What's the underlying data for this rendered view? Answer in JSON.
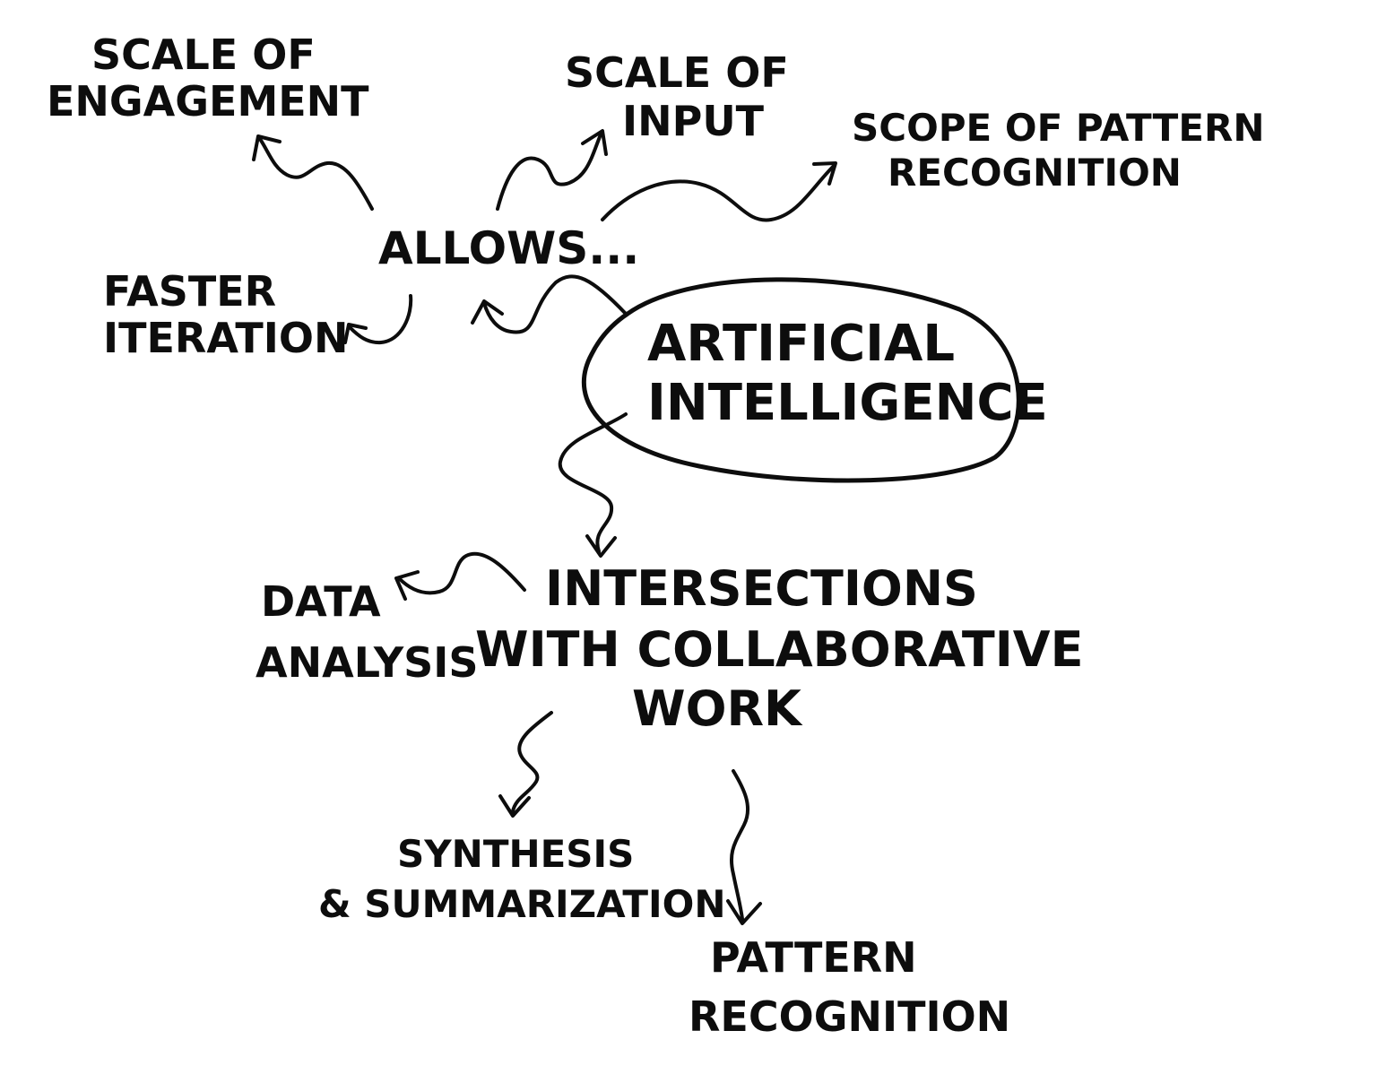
{
  "center": {
    "line1": "ARTIFICIAL",
    "line2": "INTELLIGENCE"
  },
  "hub_allows": "ALLOWS...",
  "hub_intersections": {
    "line1": "INTERSECTIONS",
    "line2": "WITH COLLABORATIVE",
    "line3": "WORK"
  },
  "allows_items": {
    "scale_engagement": {
      "line1": "SCALE OF",
      "line2": "ENGAGEMENT"
    },
    "scale_input": {
      "line1": "SCALE OF",
      "line2": "INPUT"
    },
    "scope_pattern": {
      "line1": "SCOPE OF PATTERN",
      "line2": "RECOGNITION"
    },
    "faster_iteration": {
      "line1": "FASTER",
      "line2": "ITERATION"
    }
  },
  "intersection_items": {
    "data_analysis": {
      "line1": "DATA",
      "line2": "ANALYSIS"
    },
    "synthesis": {
      "line1": "SYNTHESIS",
      "line2": "& SUMMARIZATION"
    },
    "pattern_recognition": {
      "line1": "PATTERN",
      "line2": "RECOGNITION"
    }
  },
  "colors": {
    "ink": "#0d0d0d",
    "paper": "#ffffff"
  }
}
